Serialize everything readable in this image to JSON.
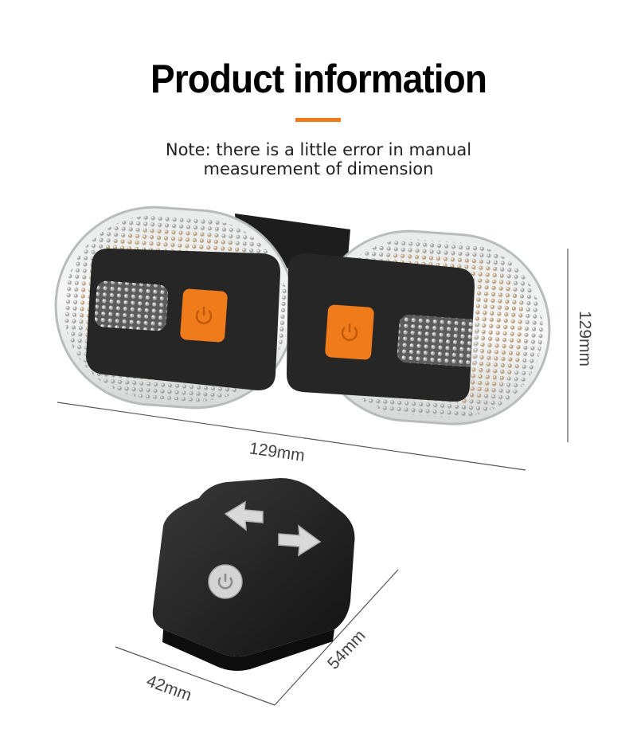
{
  "header": {
    "title": "Product information",
    "note_line1": "Note: there is a little error in manual",
    "note_line2": "measurement of dimension"
  },
  "dimensions": {
    "light_height": "129mm",
    "light_width": "129mm",
    "remote_length": "54mm",
    "remote_width": "42mm"
  },
  "colors": {
    "accent": "#f07b1a",
    "button_orange": "#f07b1a",
    "body_dark": "#1f1f1f"
  },
  "icons": {
    "light_button_left": "power-icon",
    "light_button_right": "power-icon",
    "remote_arrow_left": "arrow-left-icon",
    "remote_arrow_right": "arrow-right-icon",
    "remote_power": "power-icon"
  }
}
